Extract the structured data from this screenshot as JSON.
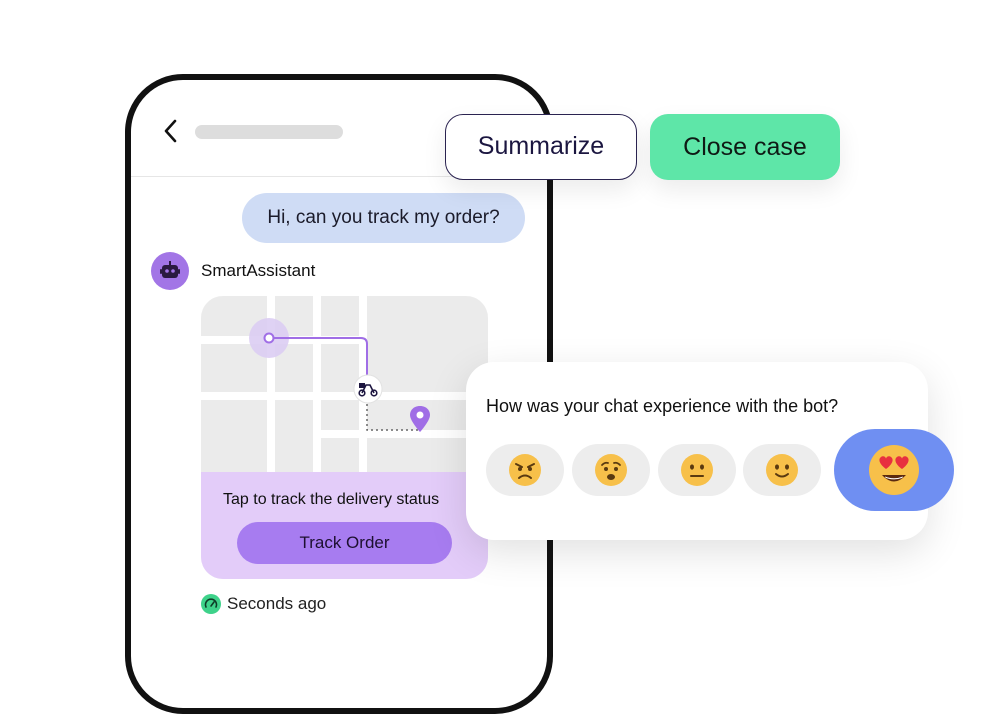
{
  "chat": {
    "user_message": "Hi, can you track my order?",
    "bot_name": "SmartAssistant",
    "card": {
      "caption": "Tap to track the delivery status",
      "button_label": "Track Order"
    },
    "timestamp": "Seconds ago"
  },
  "actions": {
    "summarize_label": "Summarize",
    "close_case_label": "Close case"
  },
  "feedback": {
    "question": "How was your chat experience with the bot?",
    "options": [
      "angry-face",
      "worried-face",
      "neutral-face",
      "slightly-smiling-face",
      "heart-eyes-face"
    ],
    "selected": "heart-eyes-face"
  },
  "colors": {
    "user_bubble": "#cfdcf5",
    "bot_avatar": "#a275e6",
    "track_button": "#a77cf0",
    "card_bottom": "#e3ccf9",
    "close_case": "#5ee6a8",
    "selected_emoji_bg": "#6f8ff2",
    "route": "#a06ee6"
  }
}
